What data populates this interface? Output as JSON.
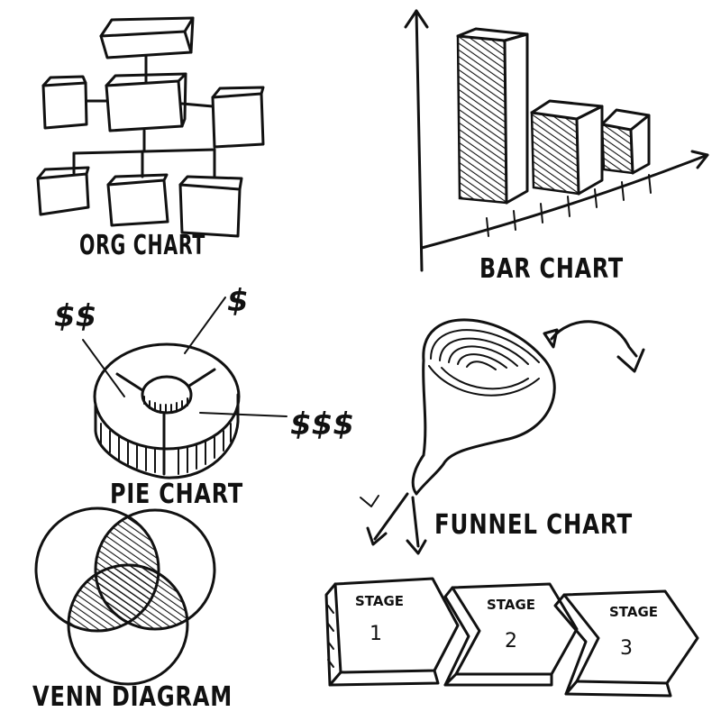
{
  "labels": {
    "org_chart": "ORG CHART",
    "bar_chart": "BAR CHART",
    "pie_chart": "PIE CHART",
    "funnel_chart": "FUNNEL CHART",
    "venn_diagram": "VENN DIAGRAM"
  },
  "pie_labels": {
    "left": "$$",
    "top": "$",
    "right": "$$$"
  },
  "stages": [
    {
      "label": "STAGE",
      "number": "1"
    },
    {
      "label": "STAGE",
      "number": "2"
    },
    {
      "label": "STAGE",
      "number": "3"
    }
  ],
  "colors": {
    "ink": "#111111",
    "background": "#ffffff"
  }
}
